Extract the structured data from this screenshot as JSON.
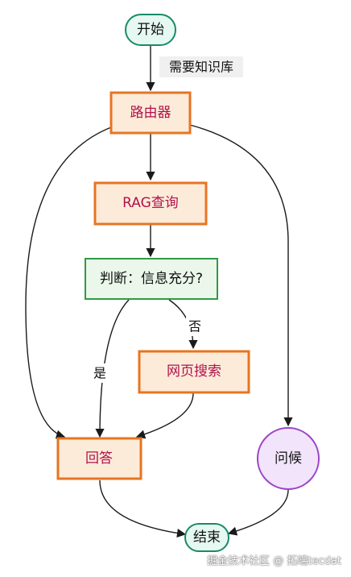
{
  "nodes": {
    "start": "开始",
    "router": "路由器",
    "rag_query": "RAG查询",
    "judge": "判断：信息充分?",
    "web_search": "网页搜索",
    "answer": "回答",
    "greet": "问候",
    "end": "结束"
  },
  "edge_labels": {
    "needs_kb": "需要知识库",
    "yes": "是",
    "no": "否"
  },
  "colors": {
    "terminal_fill": "#e6f8f2",
    "terminal_stroke": "#1a8a6a",
    "process_fill": "#fdebd9",
    "process_stroke": "#e87422",
    "process_text": "#b0124c",
    "decision_fill": "#eaf7ea",
    "decision_stroke": "#2f9a45",
    "greet_fill": "#f2e4fb",
    "greet_stroke": "#9b44c9",
    "edge": "#1a1a1a"
  },
  "watermark": "掘金技术社区 @ 拓端tecdat"
}
